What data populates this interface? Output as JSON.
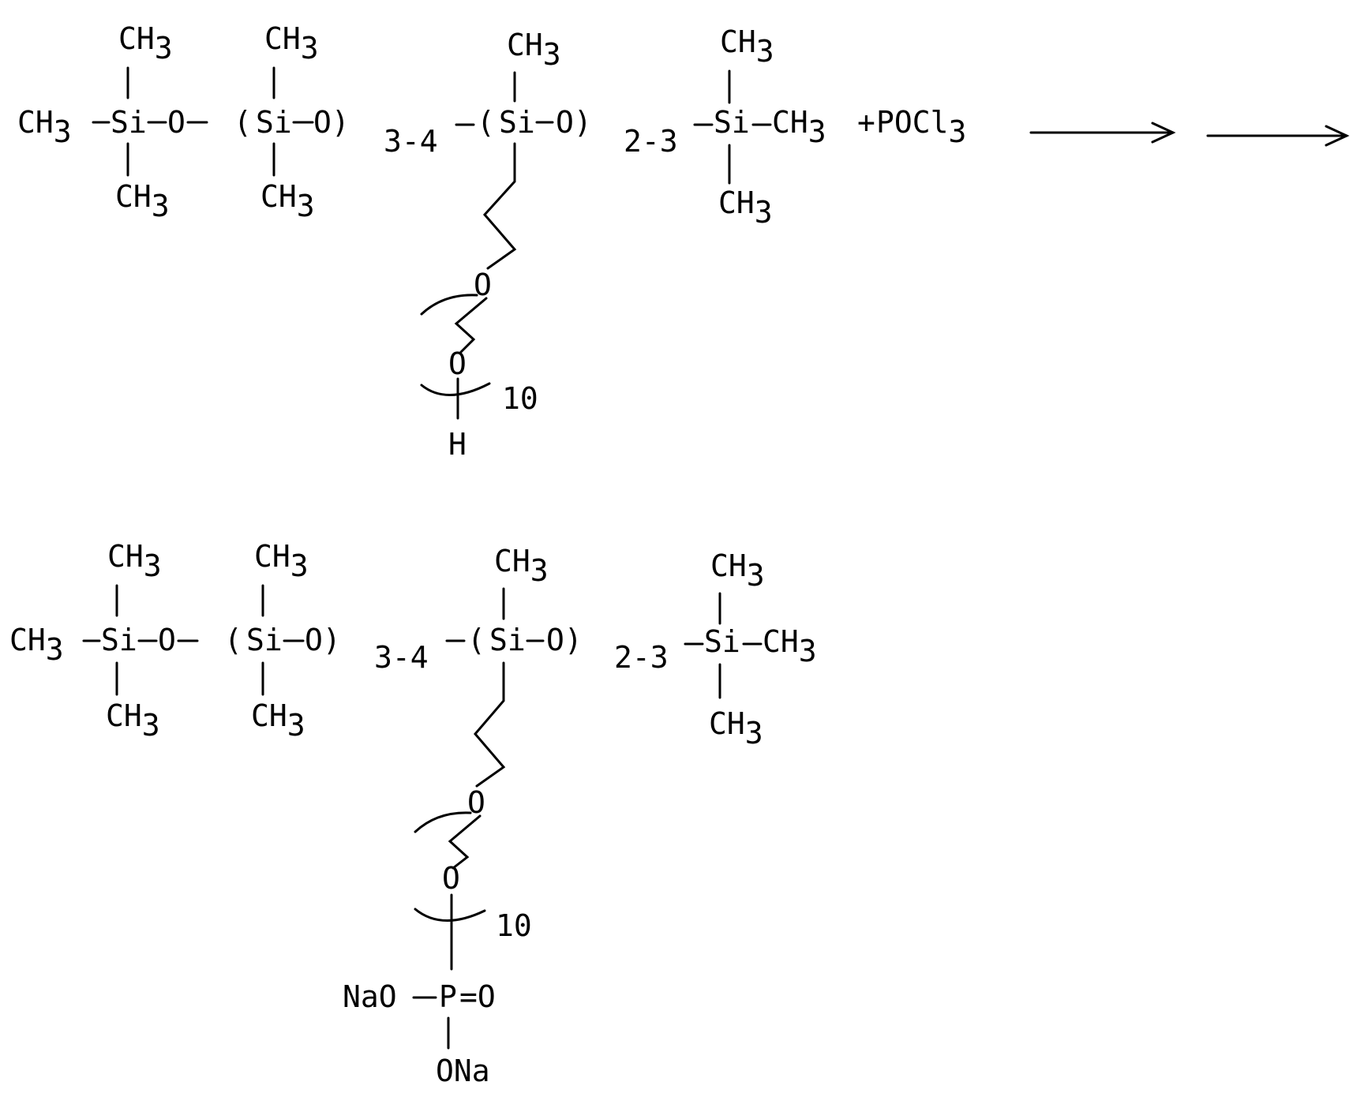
{
  "reactant": {
    "top_methyls": [
      "CH",
      "CH",
      "CH",
      "CH"
    ],
    "bottom_methyls": [
      "CH",
      "CH",
      "CH"
    ],
    "main_chain": {
      "left_methyl": "CH",
      "si1": "Si",
      "o1": "O",
      "open_paren1": "(",
      "si2": "Si",
      "o2": "O)",
      "repeat1": "3-4",
      "open_paren2": "(",
      "si3": "Si",
      "o3": "O)",
      "repeat2": "2-3",
      "si4": "Si",
      "right_methyl": "CH",
      "plus": "+",
      "reagent": "POCl"
    },
    "sub3": "3",
    "side_chain": {
      "ether_o": "O",
      "chain_o": "O",
      "repeat": "10",
      "terminal": "H"
    }
  },
  "product": {
    "top_methyls": [
      "CH",
      "CH",
      "CH",
      "CH"
    ],
    "bottom_methyls": [
      "CH",
      "CH",
      "CH"
    ],
    "main_chain": {
      "left_methyl": "CH",
      "si1": "Si",
      "o1": "O",
      "open_paren1": "(",
      "si2": "Si",
      "o2": "O)",
      "repeat1": "3-4",
      "open_paren2": "(",
      "si3": "Si",
      "o3": "O)",
      "repeat2": "2-3",
      "si4": "Si",
      "right_methyl": "CH"
    },
    "sub3": "3",
    "side_chain": {
      "ether_o": "O",
      "chain_o": "O",
      "repeat": "10",
      "phosphate_left": "NaO",
      "phosphorus": "P",
      "double_bond_o": "=O",
      "phosphate_bottom": "ONa"
    }
  },
  "arrows": [
    "reaction-arrow-1",
    "reaction-arrow-2"
  ]
}
